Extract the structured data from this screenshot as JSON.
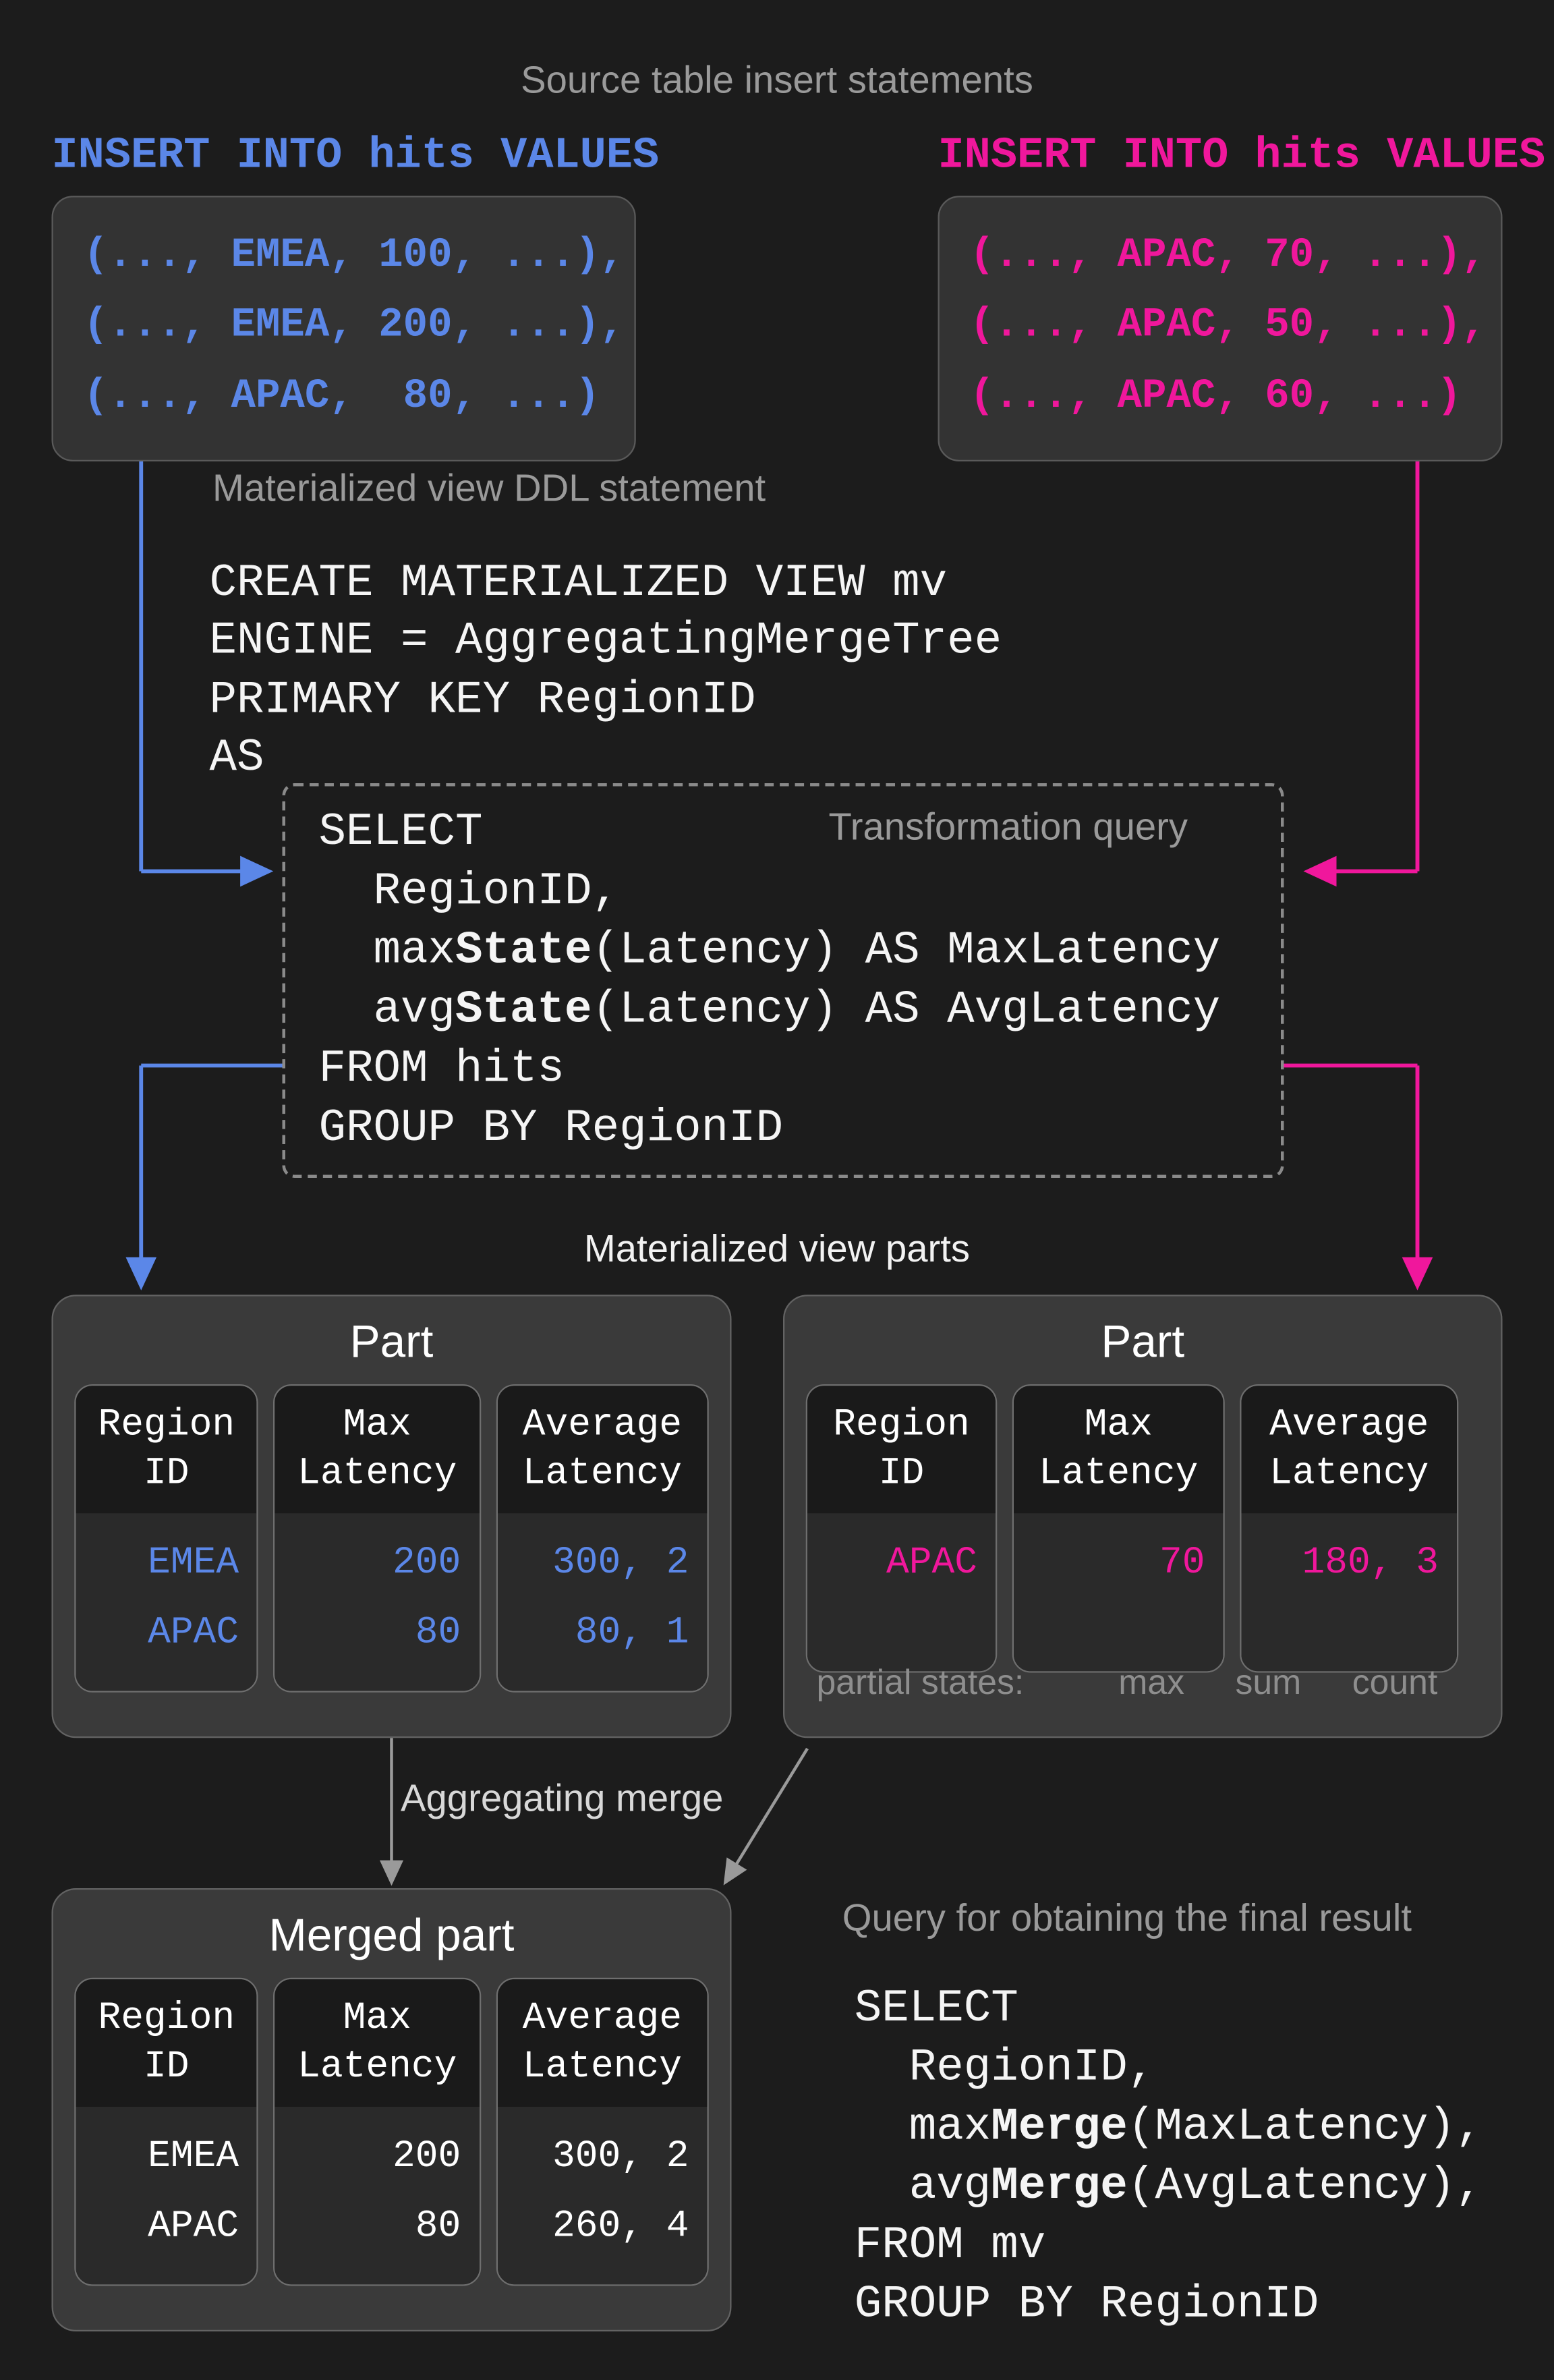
{
  "diagram": {
    "title": "Source table insert statements",
    "colors": {
      "background": "#1c1c1c",
      "blue": "#5b87e8",
      "pink": "#f0179c",
      "grey_text": "#9a9a9a",
      "card": "#3a3a3a",
      "cell": "#2a2a2a"
    }
  },
  "insert_left": {
    "header": "INSERT INTO hits VALUES",
    "rows": [
      "(..., EMEA, 100, ...),",
      "(..., EMEA, 200, ...),",
      "(..., APAC,  80, ...)"
    ]
  },
  "insert_right": {
    "header": "INSERT INTO hits VALUES",
    "rows": [
      "(..., APAC, 70, ...),",
      "(..., APAC, 50, ...),",
      "(..., APAC, 60, ...)"
    ]
  },
  "ddl": {
    "caption": "Materialized view DDL statement",
    "lines": [
      "CREATE MATERIALIZED VIEW mv",
      "ENGINE = AggregatingMergeTree",
      "PRIMARY KEY RegionID",
      "AS"
    ]
  },
  "transformation_query": {
    "caption": "Transformation query",
    "lines": [
      {
        "pre": "SELECT",
        "bold": "",
        "post": ""
      },
      {
        "pre": "  RegionID,",
        "bold": "",
        "post": ""
      },
      {
        "pre": "  max",
        "bold": "State",
        "post": "(Latency) AS MaxLatency"
      },
      {
        "pre": "  avg",
        "bold": "State",
        "post": "(Latency) AS AvgLatency"
      },
      {
        "pre": "FROM hits",
        "bold": "",
        "post": ""
      },
      {
        "pre": "GROUP BY RegionID",
        "bold": "",
        "post": ""
      }
    ]
  },
  "mv_parts": {
    "caption": "Materialized view parts",
    "columns": [
      "Region\nID",
      "Max\nLatency",
      "Average\nLatency"
    ],
    "part_left": {
      "title": "Part",
      "rows": [
        [
          "EMEA",
          "200",
          "300, 2"
        ],
        [
          "APAC",
          "80",
          "80, 1"
        ]
      ]
    },
    "part_right": {
      "title": "Part",
      "rows": [
        [
          "APAC",
          "70",
          "180, 3"
        ]
      ],
      "partial_states_label": "partial states:",
      "partial_states": [
        "max",
        "sum",
        "count"
      ]
    }
  },
  "merge": {
    "label": "Aggregating merge"
  },
  "merged_part": {
    "title": "Merged part",
    "columns": [
      "Region\nID",
      "Max\nLatency",
      "Average\nLatency"
    ],
    "rows": [
      [
        "EMEA",
        "200",
        "300, 2"
      ],
      [
        "APAC",
        "80",
        "260, 4"
      ]
    ]
  },
  "final_query": {
    "caption": "Query for obtaining the final result",
    "lines": [
      {
        "pre": "SELECT",
        "bold": "",
        "post": ""
      },
      {
        "pre": "  RegionID,",
        "bold": "",
        "post": ""
      },
      {
        "pre": "  max",
        "bold": "Merge",
        "post": "(MaxLatency),"
      },
      {
        "pre": "  avg",
        "bold": "Merge",
        "post": "(AvgLatency),"
      },
      {
        "pre": "FROM mv",
        "bold": "",
        "post": ""
      },
      {
        "pre": "GROUP BY RegionID",
        "bold": "",
        "post": ""
      }
    ]
  }
}
